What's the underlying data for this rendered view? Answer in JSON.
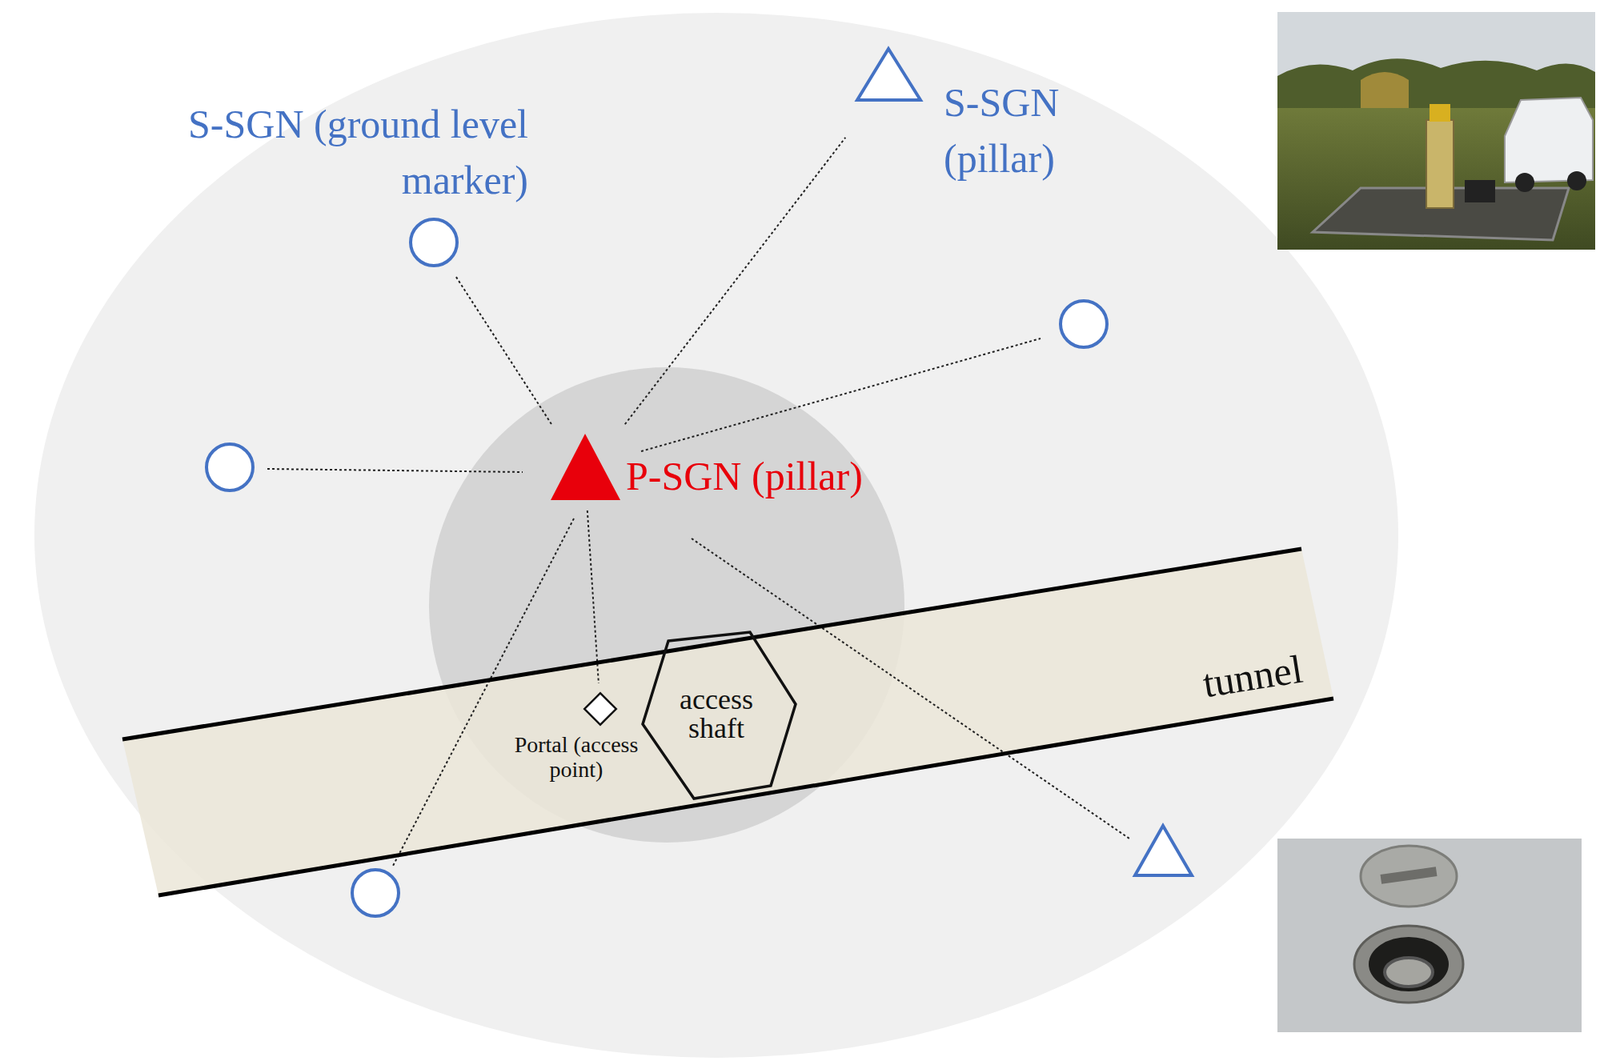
{
  "diagram": {
    "nodes": [
      {
        "text": [
          "S-SGN (ground level marker)"
        ]
      },
      {
        "text": [
          "S-SGN (pillar)"
        ]
      },
      {
        "text": [
          "P-SGN (pillar)"
        ]
      },
      {
        "text": [
          "tunnel"
        ]
      },
      {
        "text": [
          "access shaft"
        ],
        "in": 3
      },
      {
        "text": [
          "Portal (access point)"
        ],
        "in": 3
      }
    ],
    "edges": [
      {
        "from": 2,
        "to": 0,
        "arrow": "none"
      },
      {
        "from": 2,
        "to": 1,
        "arrow": "none"
      },
      {
        "from": 2,
        "to": 5,
        "arrow": "none"
      }
    ]
  }
}
